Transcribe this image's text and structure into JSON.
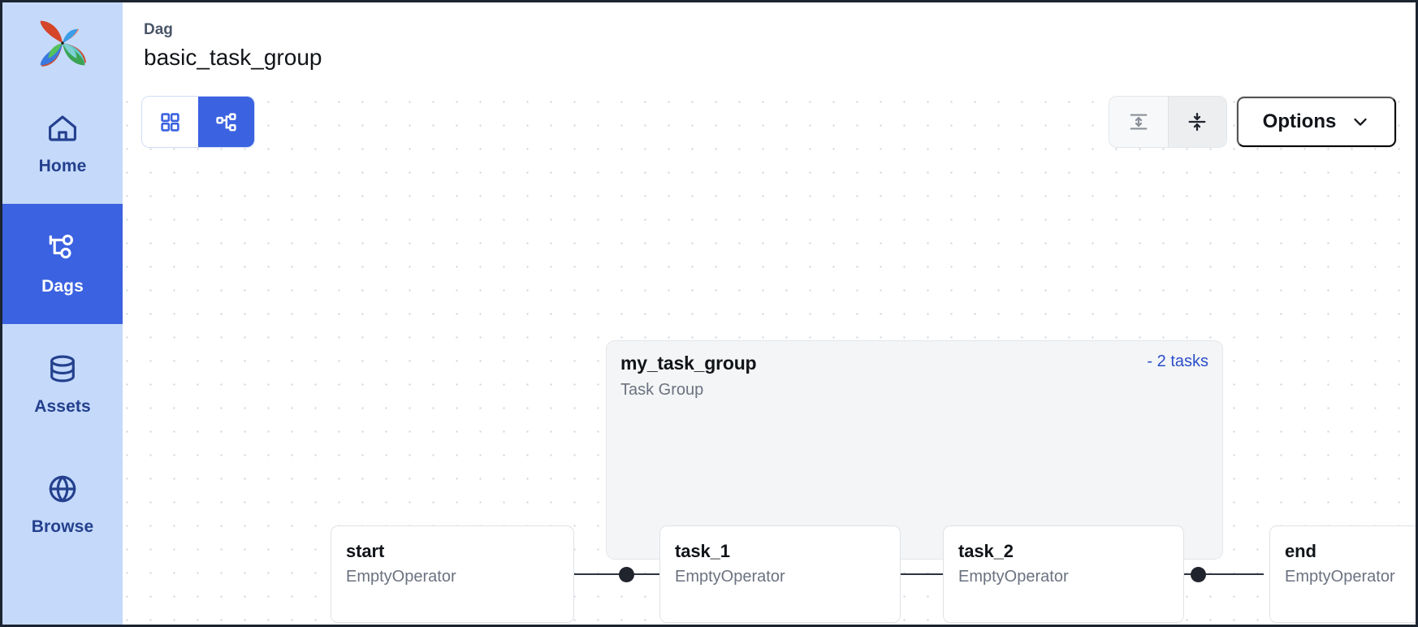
{
  "app": {
    "brand": "apache-airflow",
    "accent": "#3b62e0",
    "sidebar_bg": "#c5dafb",
    "sidebar_text": "#24408e"
  },
  "sidebar": {
    "logo_name": "airflow-pinwheel-logo",
    "items": [
      {
        "label": "Home",
        "icon": "home-icon",
        "active": false
      },
      {
        "label": "Dags",
        "icon": "dag-icon",
        "active": true
      },
      {
        "label": "Assets",
        "icon": "database-icon",
        "active": false
      },
      {
        "label": "Browse",
        "icon": "globe-icon",
        "active": false
      }
    ]
  },
  "header": {
    "kicker": "Dag",
    "title": "basic_task_group"
  },
  "toolbar": {
    "view_toggle": [
      {
        "name": "grid-view",
        "icon": "grid-icon",
        "active": false
      },
      {
        "name": "graph-view",
        "icon": "graph-icon",
        "active": true
      }
    ],
    "layout_buttons": [
      {
        "name": "expand-all",
        "icon": "arrows-out-line-vertical-icon",
        "active": false
      },
      {
        "name": "collapse-all",
        "icon": "arrows-in-line-vertical-icon",
        "active": true
      }
    ],
    "options_label": "Options",
    "options_chevron": "chevron-down-icon"
  },
  "graph": {
    "nodes": [
      {
        "id": "start",
        "title": "start",
        "subtitle": "EmptyOperator"
      },
      {
        "id": "task_1",
        "title": "task_1",
        "subtitle": "EmptyOperator"
      },
      {
        "id": "task_2",
        "title": "task_2",
        "subtitle": "EmptyOperator"
      },
      {
        "id": "end",
        "title": "end",
        "subtitle": "EmptyOperator"
      }
    ],
    "group": {
      "id": "my_task_group",
      "title": "my_task_group",
      "subtitle": "Task Group",
      "count_label": "- 2 tasks",
      "count_color": "#2b4ecb",
      "collapsed": false
    },
    "edges": [
      {
        "from": "start",
        "to": "task_1"
      },
      {
        "from": "task_1",
        "to": "task_2"
      },
      {
        "from": "task_2",
        "to": "end"
      }
    ]
  }
}
